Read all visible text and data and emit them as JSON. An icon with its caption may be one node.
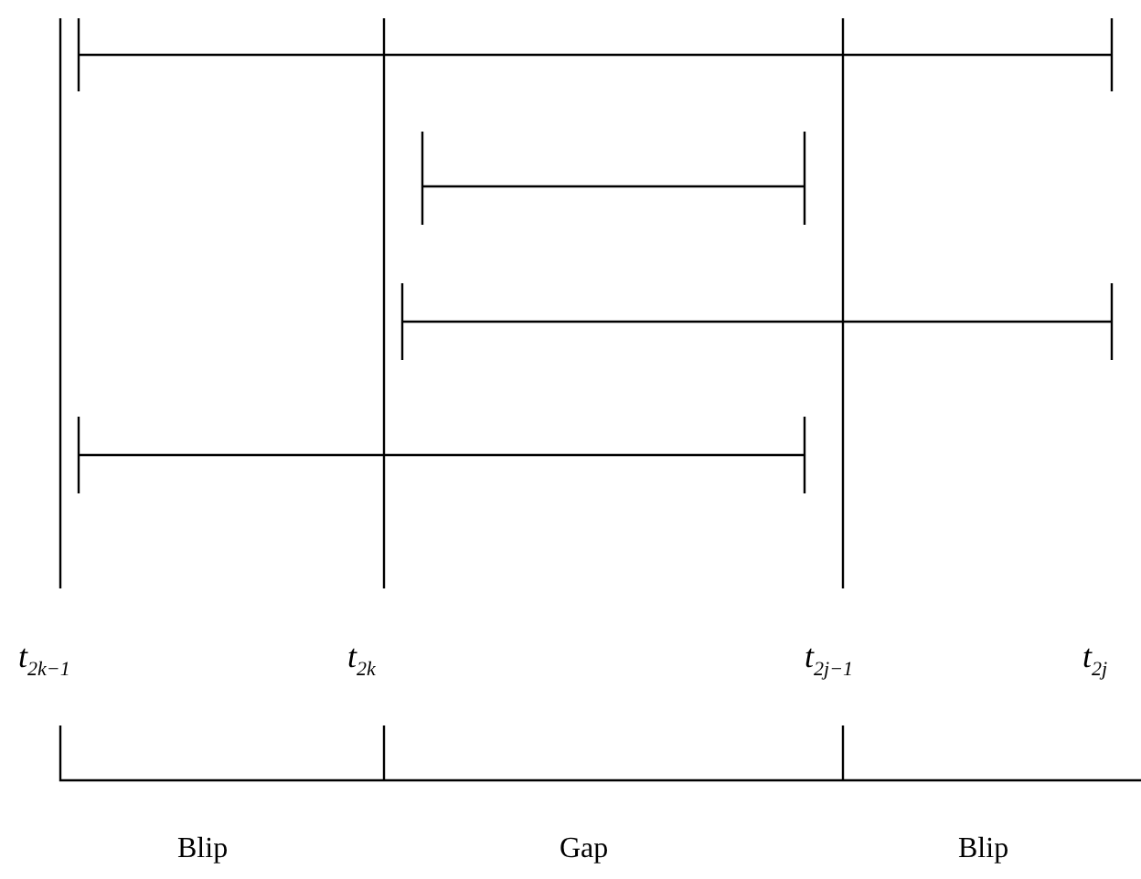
{
  "diagram": {
    "labels": [
      "t$_{2k−1}$",
      "t$_{2k}$",
      "t$_{2j−1}$",
      "t$_{2j}$",
      "Blip",
      "Gap",
      "Blip"
    ]
  }
}
